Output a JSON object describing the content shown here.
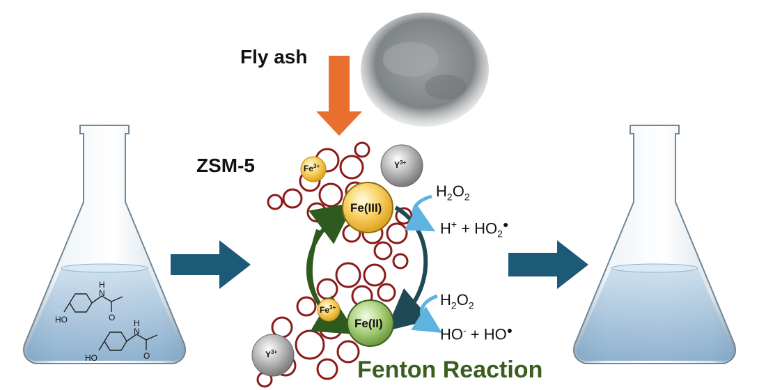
{
  "labels": {
    "fly_ash": "Fly ash",
    "zsm5": "ZSM-5",
    "fenton": "Fenton Reaction",
    "fe3_small_top": "Fe",
    "fe3_small_top_sup": "3+",
    "fe3_small_bottom": "Fe",
    "fe3_small_bottom_sup": "3+",
    "y3_top": "Y",
    "y3_top_sup": "3+",
    "y3_bottom": "Y",
    "y3_bottom_sup": "3+",
    "fe_iii": "Fe(III)",
    "fe_ii": "Fe(II)",
    "ho_left_1": "HO",
    "ho_left_2": "HO",
    "nh_1": "H",
    "nh_1b": "N",
    "o_1": "O",
    "nh_2": "H",
    "nh_2b": "N",
    "o_2": "O"
  },
  "reactions": {
    "top_reactant": {
      "pre": "H",
      "sub1": "2",
      "mid": "O",
      "sub2": "2"
    },
    "top_product": {
      "a": "H",
      "a_sup": "+",
      "plus": " + HO",
      "b_sub": "2",
      "b_sup": "●"
    },
    "bottom_reactant": {
      "pre": "H",
      "sub1": "2",
      "mid": "O",
      "sub2": "2"
    },
    "bottom_product": {
      "a": "HO",
      "a_sup": "-",
      "plus": " + HO",
      "b_sup": "●"
    }
  },
  "colors": {
    "process_arrow": "#1c5a78",
    "flyash_arrow": "#e86f2e",
    "zeolite": "#8b1a1a",
    "cycle_arrow": "#2e5a1f",
    "cycle_arrow_right": "#1f4a55",
    "h2o2_arrow": "#5fb3e0",
    "fenton_text": "#3b5e1f",
    "fe_iii_sphere": "#f6c84a",
    "fe_ii_sphere": "#9cc76a",
    "y_sphere": "#a8a8a8"
  }
}
